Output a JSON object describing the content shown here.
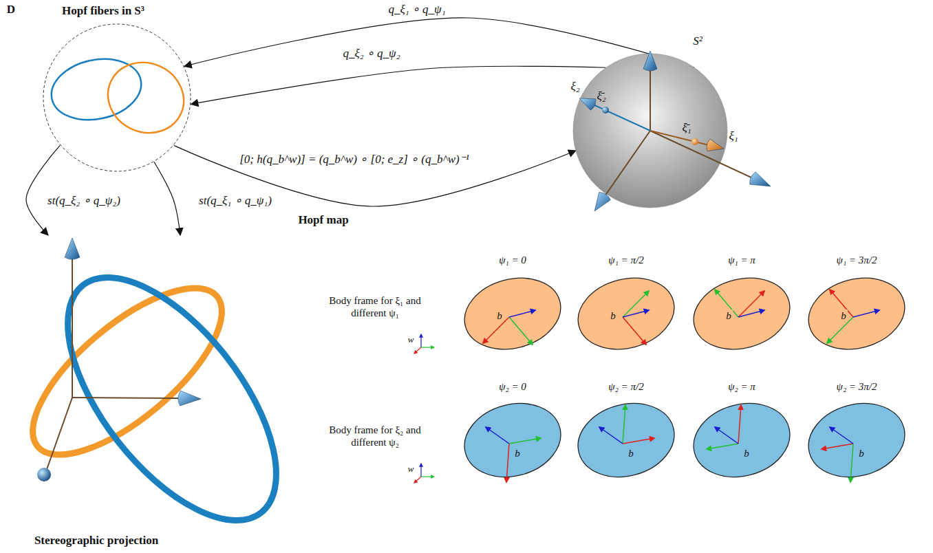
{
  "diagram": {
    "nodes": [
      {
        "text": [
          "Hopf fibers in S³"
        ]
      },
      {
        "text": [
          "S²"
        ]
      },
      {
        "text": [
          "ψ₁ = 0",
          "b"
        ]
      },
      {
        "text": [
          "ψ₁ = π/2",
          "b"
        ]
      },
      {
        "text": [
          "ψ₁ = π",
          "b"
        ]
      },
      {
        "text": [
          "ψ₁ = 3π/2",
          "b"
        ]
      },
      {
        "text": [
          "ψ₂ = 0",
          "b"
        ]
      },
      {
        "text": [
          "ψ₂ = π/2",
          "b"
        ]
      },
      {
        "text": [
          "ψ₂ = π",
          "b"
        ]
      },
      {
        "text": [
          "ψ₂ = 3π/2",
          "b"
        ]
      },
      {
        "text": [
          "Stereographic projection"
        ]
      }
    ],
    "edges": [
      {
        "from": 1,
        "to": 0,
        "arrow": "to",
        "label": "q_ξ₁ ∘ q_ψ₁"
      },
      {
        "from": 1,
        "to": 0,
        "arrow": "to",
        "label": "q_ξ₂ ∘ q_ψ₂"
      },
      {
        "from": 0,
        "to": 1,
        "arrow": "to",
        "label": "[0; h(q_b^w)] = (q_b^w) ∘ [0; e_z] ∘ (q_b^w)⁻¹"
      },
      {
        "from": 0,
        "to": 10,
        "arrow": "to",
        "label": "st(q_ξ₂ ∘ q_ψ₂)"
      },
      {
        "from": 0,
        "to": 10,
        "arrow": "to",
        "label": "st(q_ξ₁ ∘ q_ψ₁)"
      }
    ],
    "labels": [
      "D",
      "Hopf map",
      "ξ₂",
      "ξ̄₂",
      "ξ̄₁",
      "ξ₁",
      "Body frame for ξ₁ and different ψ₁",
      "w",
      "Body frame for ξ₂ and different ψ₂",
      "w"
    ]
  }
}
